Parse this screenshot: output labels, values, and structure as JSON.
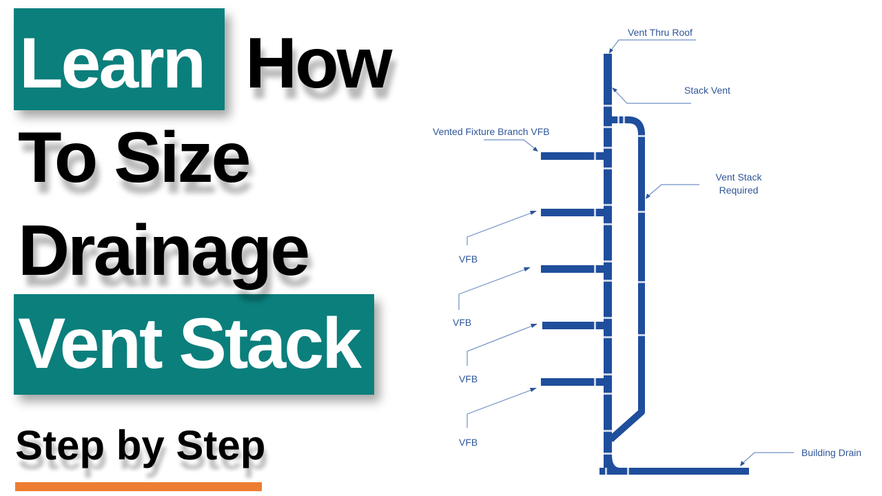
{
  "title": {
    "line1_boxed": "Learn",
    "line1_rest": "How",
    "line2": "To Size",
    "line3": "Drainage",
    "line4_boxed": "Vent Stack",
    "subtitle": "Step by Step"
  },
  "diagram": {
    "labels": {
      "vent_thru_roof": "Vent Thru Roof",
      "stack_vent": "Stack Vent",
      "vented_fixture_branch": "Vented Fixture Branch VFB",
      "vent_stack_line1": "Vent Stack",
      "vent_stack_line2": "Required",
      "vfb": [
        "VFB",
        "VFB",
        "VFB",
        "VFB"
      ],
      "building_drain": "Building Drain"
    }
  },
  "colors": {
    "teal_box": "#0b7f7c",
    "pipe": "#1f4e9c",
    "label": "#2f5597",
    "underline": "#ed7d31"
  }
}
